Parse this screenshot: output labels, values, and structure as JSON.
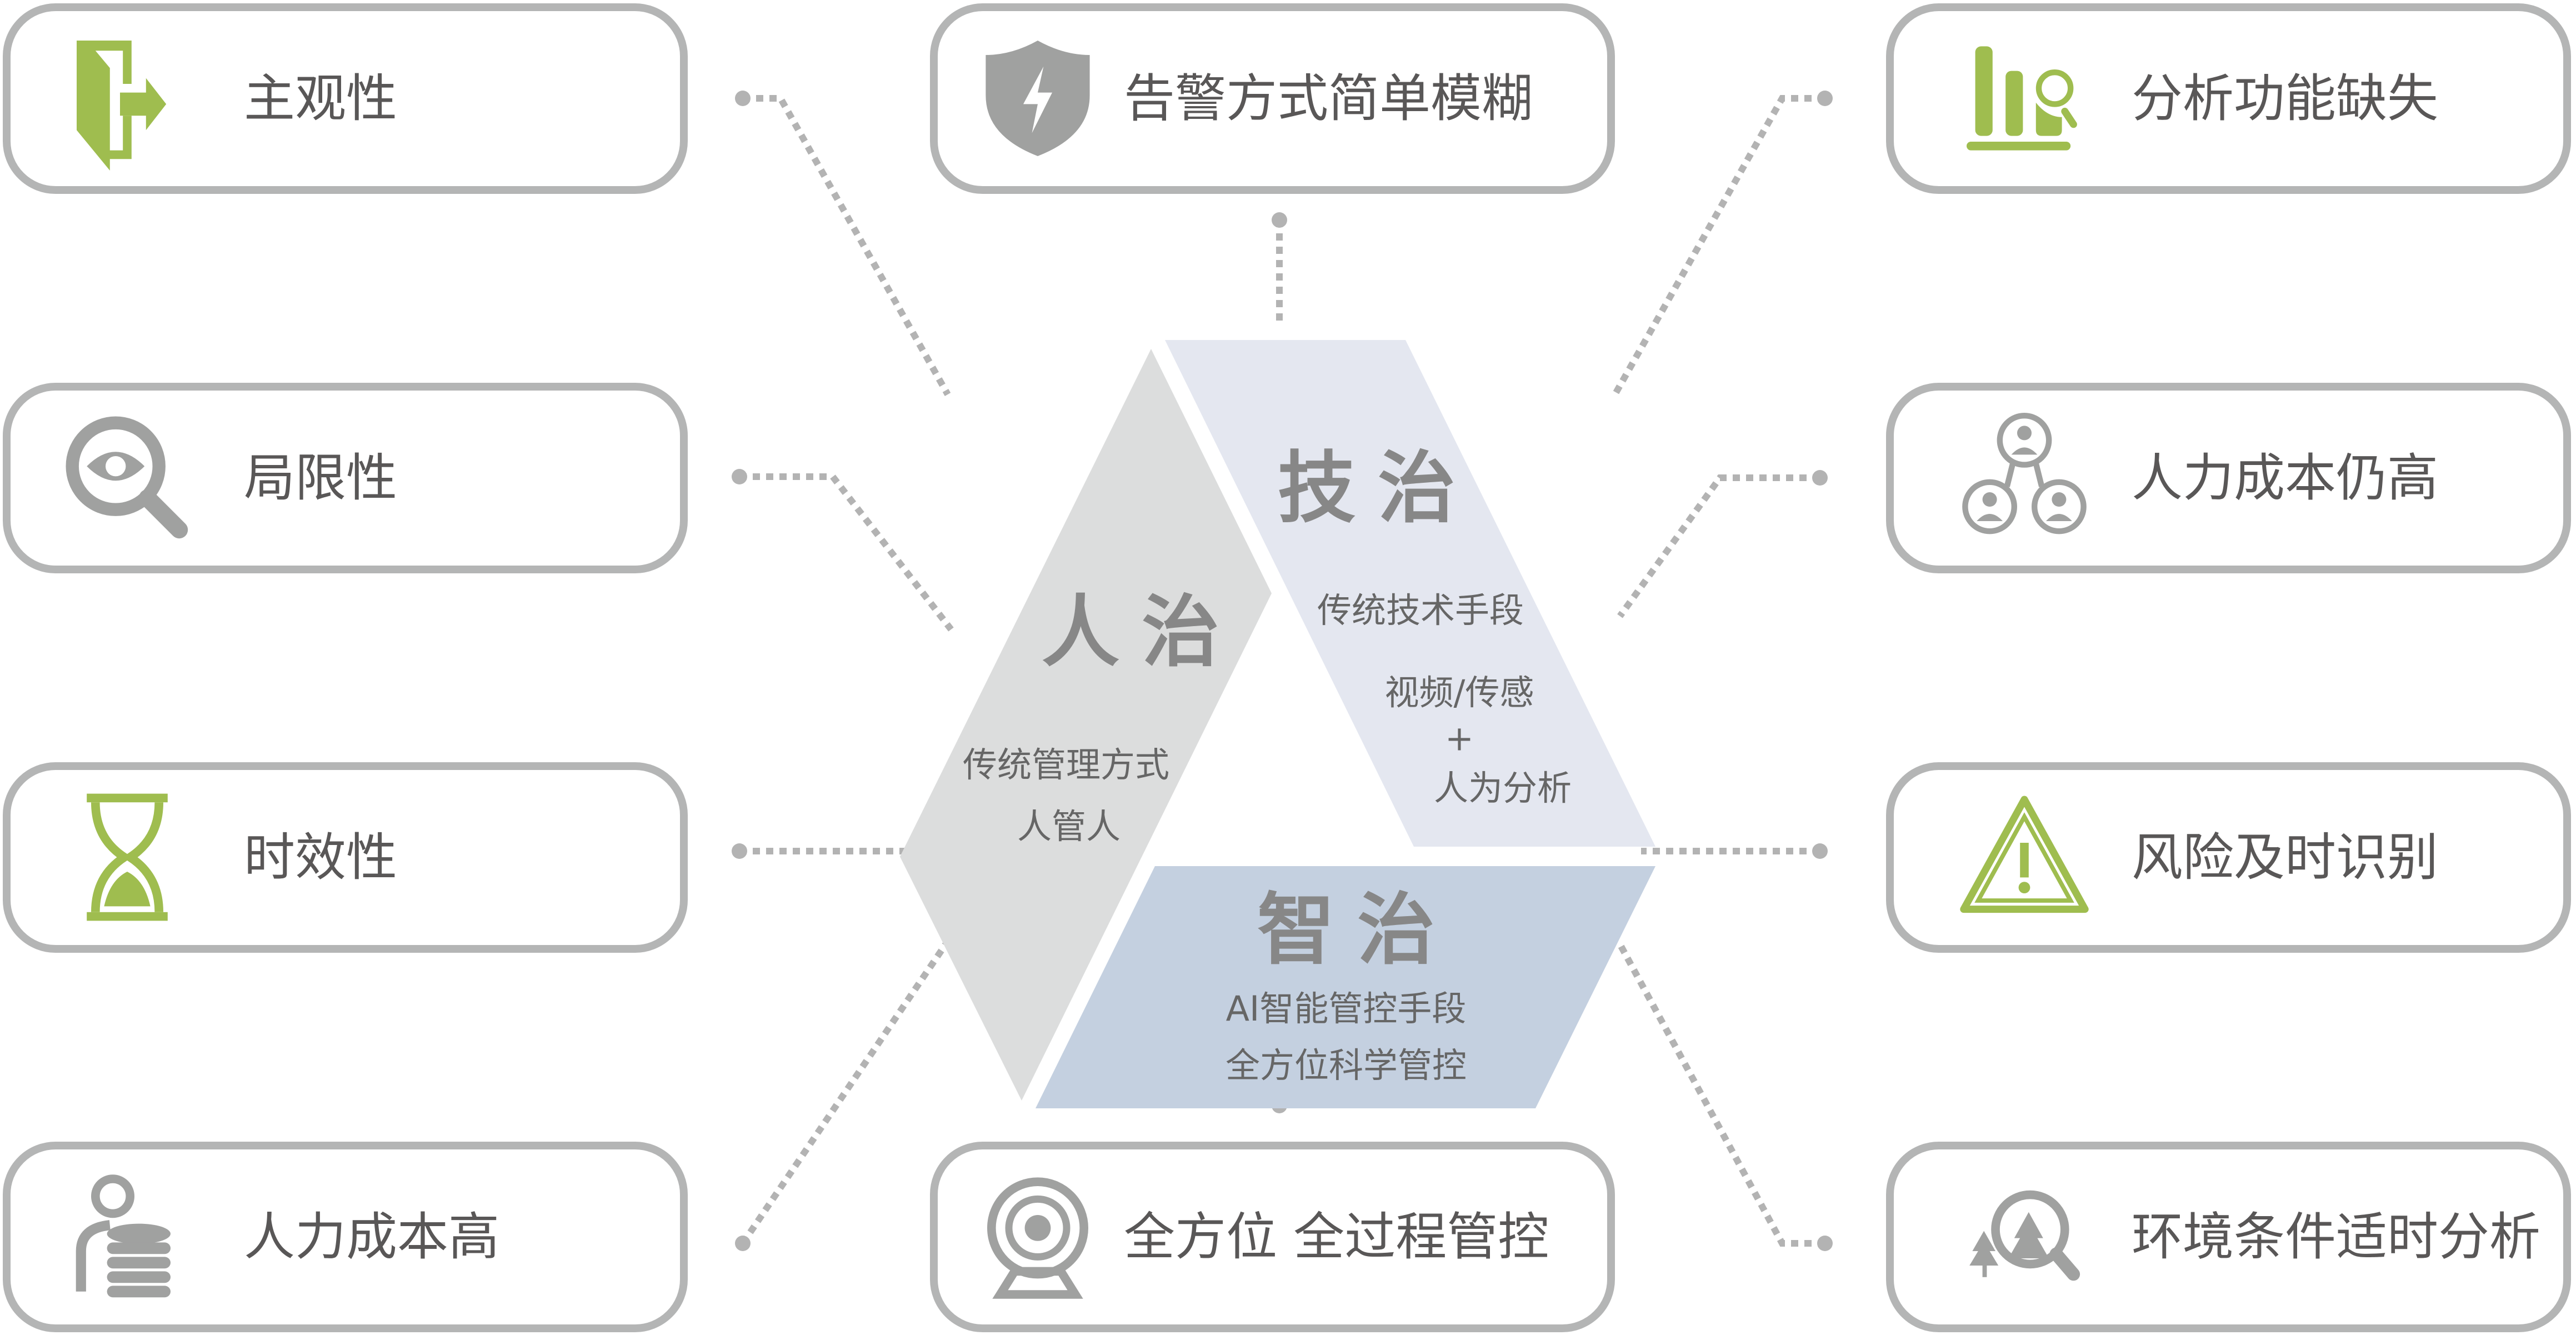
{
  "colors": {
    "green": "#9fbd4f",
    "gray_icon": "#a0a1a0",
    "border": "#b4b5b5",
    "connector": "#b3b3b3",
    "ren_zhi": "#dcdddd",
    "ji_zhi": "#e4e7f0",
    "zhi_zhi": "#c4d0e0"
  },
  "left_boxes": [
    {
      "label": "主观性",
      "icon": "exit-door-icon"
    },
    {
      "label": "局限性",
      "icon": "eye-magnifier-icon"
    },
    {
      "label": "时效性",
      "icon": "hourglass-icon"
    },
    {
      "label": "人力成本高",
      "icon": "coins-person-icon"
    }
  ],
  "center_boxes": [
    {
      "label": "告警方式简单模糊",
      "icon": "shield-lightning-icon"
    },
    {
      "label": "全方位  全过程管控",
      "icon": "webcam-icon"
    }
  ],
  "right_boxes": [
    {
      "label": "分析功能缺失",
      "icon": "bar-chart-search-icon"
    },
    {
      "label": "人力成本仍高",
      "icon": "people-network-icon"
    },
    {
      "label": "风险及时识别",
      "icon": "warning-triangle-icon"
    },
    {
      "label": "环境条件适时分析",
      "icon": "forest-search-icon"
    }
  ],
  "center": {
    "ren_zhi": {
      "title": "人治",
      "lines": [
        "传统管理方式",
        "人管人"
      ]
    },
    "ji_zhi": {
      "title": "技治",
      "lines": [
        "传统技术手段",
        "视频/传感",
        "+",
        "人为分析"
      ]
    },
    "zhi_zhi": {
      "title": "智治",
      "lines": [
        "AI智能管控手段",
        "全方位科学管控"
      ]
    }
  }
}
